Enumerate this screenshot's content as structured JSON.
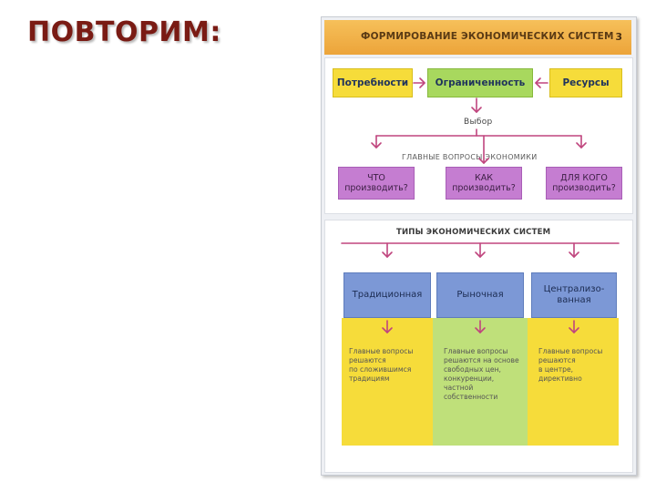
{
  "slide": {
    "title": "ПОВТОРИМ:"
  },
  "header": {
    "title": "ФОРМИРОВАНИЕ ЭКОНОМИЧЕСКИХ СИСТЕМ",
    "page_number": "3"
  },
  "top": {
    "needs": "Потребности",
    "limitation": "Ограниченность",
    "resources": "Ресурсы",
    "choice": "Выбор",
    "main_questions_label": "ГЛАВНЫЕ ВОПРОСЫ ЭКОНОМИКИ",
    "questions": [
      {
        "line1": "ЧТО",
        "line2": "производить?"
      },
      {
        "line1": "КАК",
        "line2": "производить?"
      },
      {
        "line1": "ДЛЯ КОГО",
        "line2": "производить?"
      }
    ]
  },
  "types": {
    "title": "ТИПЫ ЭКОНОМИЧЕСКИХ СИСТЕМ",
    "columns": [
      {
        "name": "Традиционная",
        "name_line2": "",
        "desc": [
          "Главные вопросы",
          "решаются",
          "по сложившимся",
          "традициям"
        ],
        "color": "#f6dc3a"
      },
      {
        "name": "Рыночная",
        "name_line2": "",
        "desc": [
          "Главные вопросы",
          "решаются на основе",
          "свободных цен,",
          "конкуренции,",
          "частной",
          "собственности"
        ],
        "color": "#bfe07a"
      },
      {
        "name": "Централизо-",
        "name_line2": "ванная",
        "desc": [
          "Главные вопросы",
          "решаются",
          "в центре,",
          "директивно"
        ],
        "color": "#f6dc3a"
      }
    ]
  },
  "colors": {
    "arrow": "#c0457e",
    "header": "#eca43a",
    "title": "#7a1b14"
  }
}
